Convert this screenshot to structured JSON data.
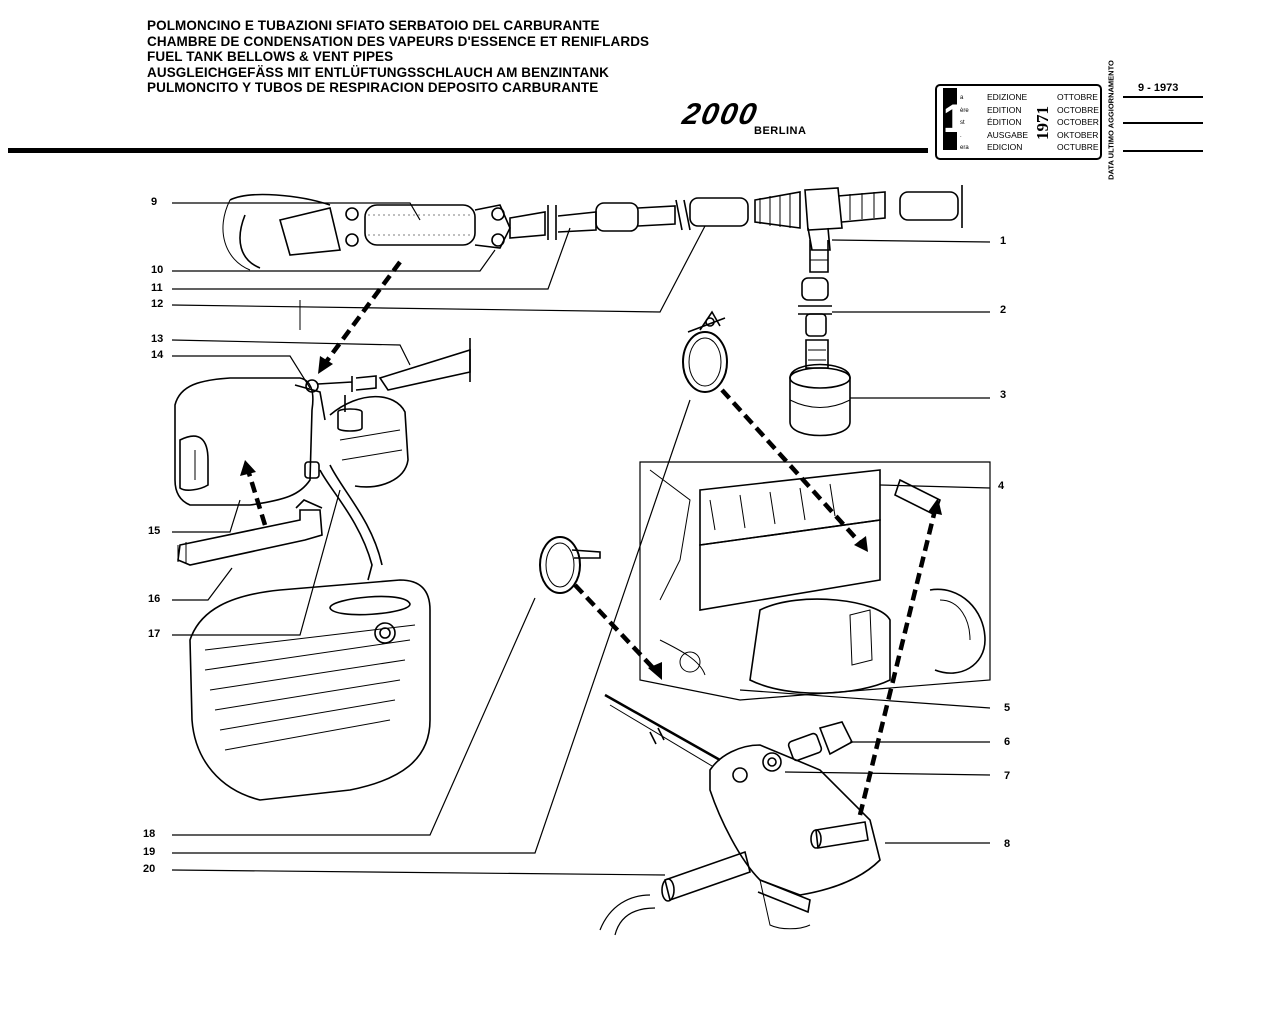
{
  "titles": [
    "POLMONCINO E TUBAZIONI SFIATO SERBATOIO DEL CARBURANTE",
    "CHAMBRE DE CONDENSATION DES VAPEURS D'ESSENCE ET RENIFLARDS",
    "FUEL TANK BELLOWS & VENT PIPES",
    "AUSGLEICHGEFÄSS MIT ENTLÜFTUNGSSCHLAUCH AM BENZINTANK",
    "PULMONCITO Y TUBOS DE RESPIRACION DEPOSITO CARBURANTE"
  ],
  "logo": {
    "model": "2000",
    "variant": "BERLINA"
  },
  "edition": {
    "number": "1",
    "ordinals": [
      "a",
      "ère",
      "st",
      ".",
      "era"
    ],
    "labels": [
      "EDIZIONE",
      "EDITION",
      "ÉDITION",
      "AUSGABE",
      "EDICION"
    ],
    "year": "1971",
    "months": [
      "OTTOBRE",
      "OCTOBRE",
      "OCTOBER",
      "OKTOBER",
      "OCTUBRE"
    ]
  },
  "update": {
    "label": "DATA ULTIMO AGGIORNAMENTO",
    "date": "9 - 1973"
  },
  "callouts_right": [
    "1",
    "2",
    "3",
    "4",
    "5",
    "6",
    "7",
    "8"
  ],
  "callouts_left": [
    "9",
    "10",
    "11",
    "12",
    "13",
    "14",
    "15",
    "16",
    "17",
    "18",
    "19",
    "20"
  ],
  "colors": {
    "ink": "#000000",
    "paper": "#ffffff"
  }
}
